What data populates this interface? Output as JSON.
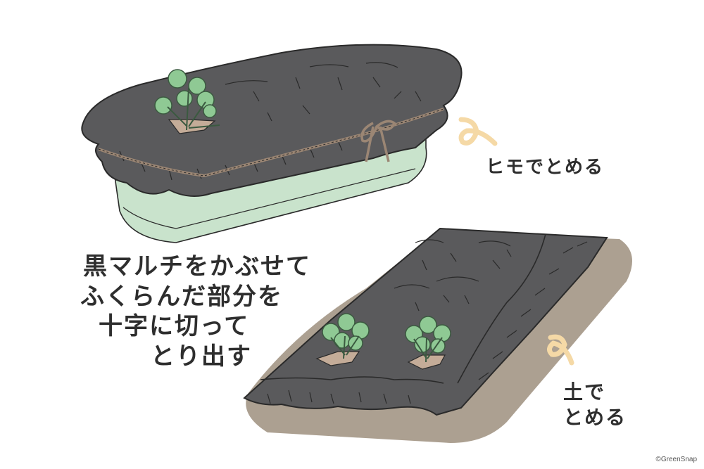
{
  "illustration": {
    "top_scene": "planter-box-covered-with-black-mulch-tied-with-rope",
    "bottom_scene": "garden-bed-covered-with-black-mulch-held-with-soil",
    "colors": {
      "mulch": "#5a5a5c",
      "mulch_line": "#2a2a2a",
      "planter": "#c9e3cc",
      "planter_shadow": "#b6d4b9",
      "rope": "#9b8674",
      "soil": "#a89b8b",
      "leaf": "#8fc994",
      "leaf_dark": "#3b5a40",
      "hole": "#c4ac98",
      "arrow": "#f5d9a6"
    }
  },
  "labels": {
    "main_caption": [
      "黒マルチをかぶせて",
      "ふくらんだ部分を",
      "十字に切って",
      "とり出す"
    ],
    "rope_caption": "ヒモでとめる",
    "soil_caption": [
      "土で",
      "とめる"
    ]
  },
  "credit": "©GreenSnap"
}
